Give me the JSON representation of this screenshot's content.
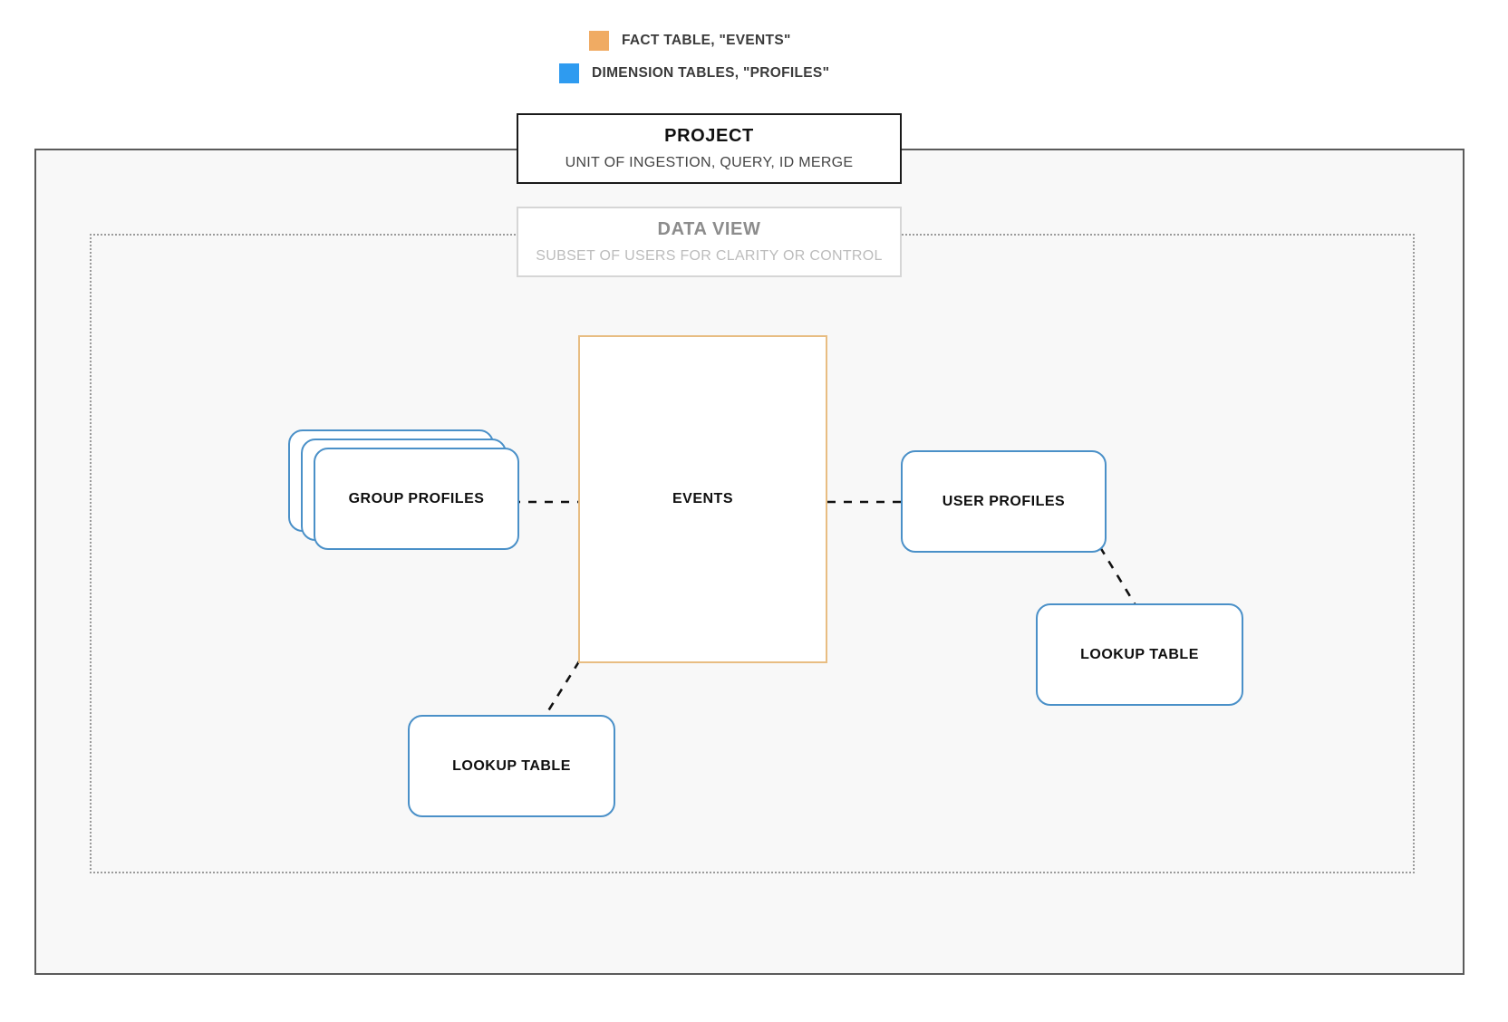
{
  "legend": {
    "items": [
      {
        "label": "FACT TABLE, \"EVENTS\"",
        "color": "#f0ab63",
        "icon": "orange-square-swatch"
      },
      {
        "label": "DIMENSION TABLES, \"PROFILES\"",
        "color": "#2e9bf0",
        "icon": "blue-square-swatch"
      }
    ]
  },
  "containers": {
    "project": {
      "title": "PROJECT",
      "subtitle": "UNIT OF INGESTION, QUERY, ID MERGE",
      "border_color": "#1a1a1a"
    },
    "data_view": {
      "title": "DATA VIEW",
      "subtitle": "SUBSET OF USERS FOR CLARITY OR CONTROL",
      "border_color": "#d6d6d6"
    }
  },
  "nodes": {
    "events": {
      "label": "EVENTS",
      "kind": "fact",
      "color": "#e8bd82"
    },
    "group_profiles": {
      "label": "GROUP PROFILES",
      "kind": "dimension",
      "color": "#4a90c8",
      "stacked": true
    },
    "user_profiles": {
      "label": "USER PROFILES",
      "kind": "dimension",
      "color": "#4a90c8"
    },
    "lookup_table_right": {
      "label": "LOOKUP TABLE",
      "kind": "dimension",
      "color": "#4a90c8"
    },
    "lookup_table_left": {
      "label": "LOOKUP TABLE",
      "kind": "dimension",
      "color": "#4a90c8"
    }
  },
  "connectors": [
    {
      "from": "group_profiles",
      "to": "events",
      "style": "dashed",
      "color": "#111111"
    },
    {
      "from": "events",
      "to": "user_profiles",
      "style": "dashed",
      "color": "#111111"
    },
    {
      "from": "user_profiles",
      "to": "lookup_table_right",
      "style": "dashed",
      "color": "#111111"
    },
    {
      "from": "events",
      "to": "lookup_table_left",
      "style": "dashed",
      "color": "#111111"
    }
  ]
}
